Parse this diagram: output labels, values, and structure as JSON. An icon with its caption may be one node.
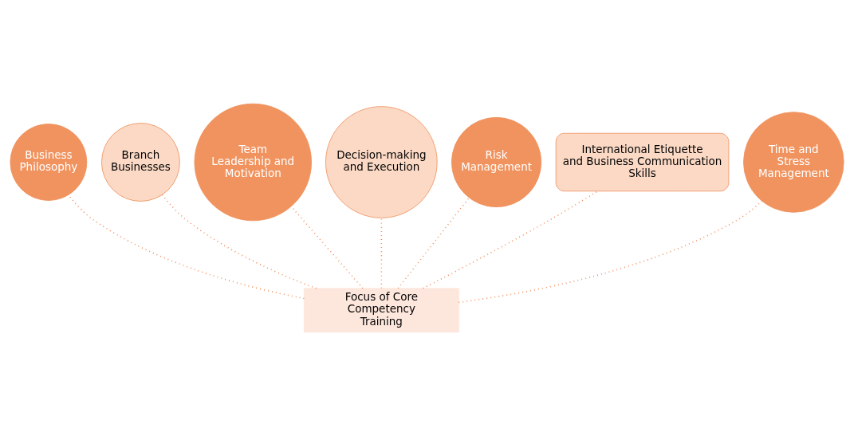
{
  "diagram": {
    "nodes": [
      {
        "text": [
          "Focus of Core Competency Training"
        ]
      },
      {
        "text": [
          "Business Philosophy"
        ]
      },
      {
        "text": [
          "Branch Businesses"
        ]
      },
      {
        "text": [
          "Team Leadership and Motivation"
        ]
      },
      {
        "text": [
          "Decision-making and Execution"
        ]
      },
      {
        "text": [
          "Risk Management"
        ]
      },
      {
        "text": [
          "International Etiquette and Business Communication Skills"
        ]
      },
      {
        "text": [
          "Time and Stress Management"
        ]
      }
    ],
    "edges": [
      {
        "from": 0,
        "to": 1,
        "arrow": "none",
        "style": "dashed"
      },
      {
        "from": 0,
        "to": 2,
        "arrow": "none",
        "style": "dashed"
      },
      {
        "from": 0,
        "to": 3,
        "arrow": "none",
        "style": "dashed"
      },
      {
        "from": 0,
        "to": 4,
        "arrow": "none",
        "style": "dashed"
      },
      {
        "from": 0,
        "to": 5,
        "arrow": "none",
        "style": "dashed"
      },
      {
        "from": 0,
        "to": 6,
        "arrow": "none",
        "style": "dashed"
      },
      {
        "from": 0,
        "to": 7,
        "arrow": "none",
        "style": "dashed"
      }
    ]
  }
}
